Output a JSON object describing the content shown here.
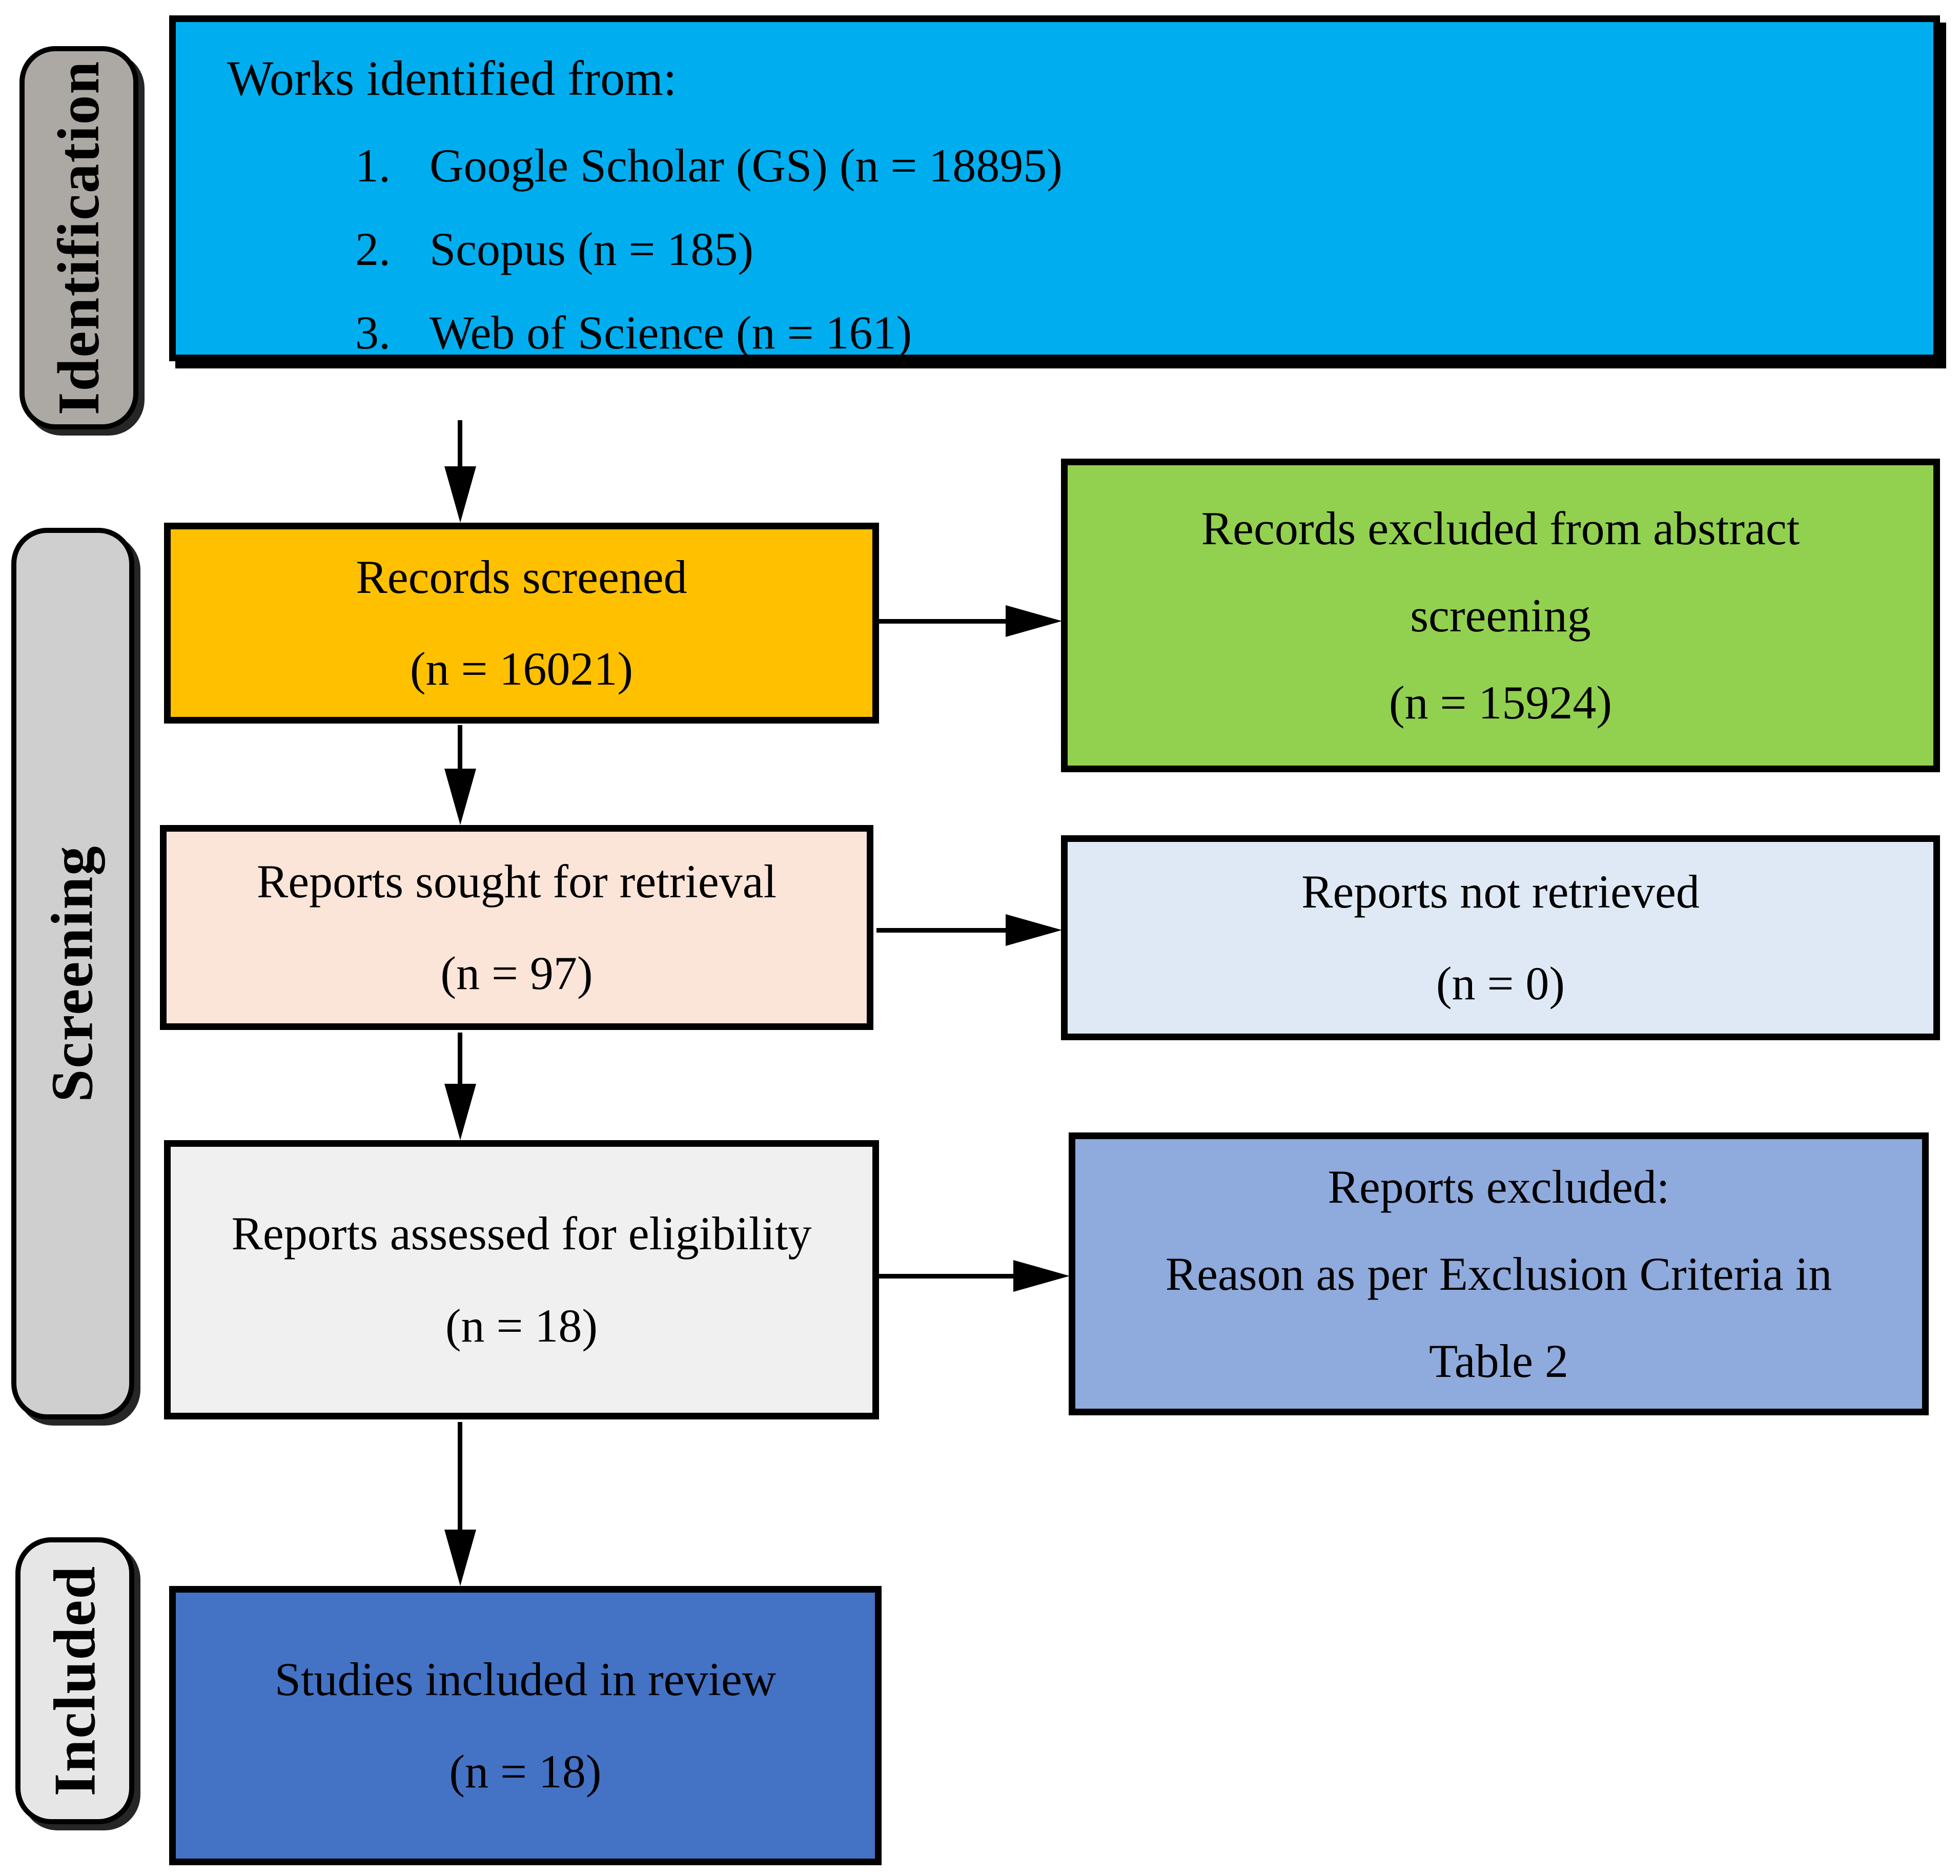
{
  "colors": {
    "border": "#000000",
    "identification_bg": "#ACA9A4",
    "screening_bg": "#D0CFCF",
    "included_bg": "#E7E6E6",
    "works_bg": "#00AEEF",
    "records_screened_bg": "#FFC000",
    "records_excluded_bg": "#92D050",
    "reports_sought_bg": "#FBE5D8",
    "reports_not_retrieved_bg": "#DEE9F5",
    "reports_assessed_bg": "#F1F0F0",
    "reports_excluded_bg": "#8FAADC",
    "studies_included_bg": "#4472C4"
  },
  "stage_labels": {
    "identification": "Identification",
    "screening": "Screening",
    "included": "Included"
  },
  "boxes": {
    "works_identified": {
      "heading": "Works identified from:",
      "items": [
        {
          "num": "1.",
          "text": "Google Scholar (GS) (n = 18895)"
        },
        {
          "num": "2.",
          "text": "Scopus (n = 185)"
        },
        {
          "num": "3.",
          "text": "Web of Science (n = 161)"
        }
      ]
    },
    "records_screened": {
      "line1": "Records screened",
      "line2": "(n = 16021)"
    },
    "records_excluded": {
      "line1": "Records excluded from abstract",
      "line2": "screening",
      "line3": "(n = 15924)"
    },
    "reports_sought": {
      "line1": "Reports sought for retrieval",
      "line2": "(n = 97)"
    },
    "reports_not_retrieved": {
      "line1": "Reports not retrieved",
      "line2": "(n = 0)"
    },
    "reports_assessed": {
      "line1": "Reports assessed for eligibility",
      "line2": "(n = 18)"
    },
    "reports_excluded": {
      "line1": "Reports excluded:",
      "line2": "Reason as per Exclusion Criteria in",
      "line3": "Table 2"
    },
    "studies_included": {
      "line1": "Studies included in review",
      "line2": "(n = 18)"
    }
  }
}
